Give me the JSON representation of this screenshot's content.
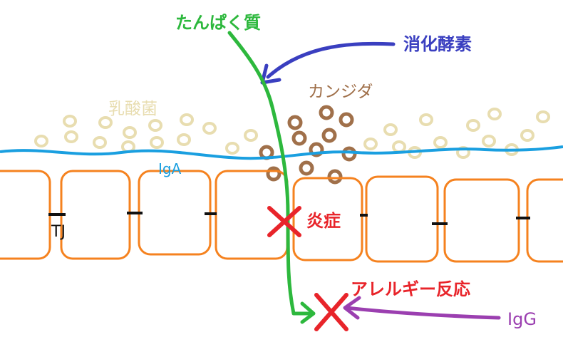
{
  "labels": {
    "protein": "たんぱく質",
    "enzyme": "消化酵素",
    "candida": "カンジダ",
    "lactobacillus": "乳酸菌",
    "iga": "IgA",
    "tj": "TJ",
    "inflammation": "炎症",
    "allergy": "アレルギー反応",
    "igg": "IgG"
  },
  "colors": {
    "protein": "#2db83d",
    "enzyme": "#3a3fc0",
    "candida": "#a0704a",
    "lactobacillus": "#e8ddb0",
    "iga": "#1a9fe0",
    "cell": "#f5821f",
    "tj": "#111111",
    "inflammation": "#e8242a",
    "allergy": "#e8242a",
    "igg": "#9b3fb0"
  },
  "icons": [
    "cross-mark-icon",
    "arrow-icon"
  ]
}
